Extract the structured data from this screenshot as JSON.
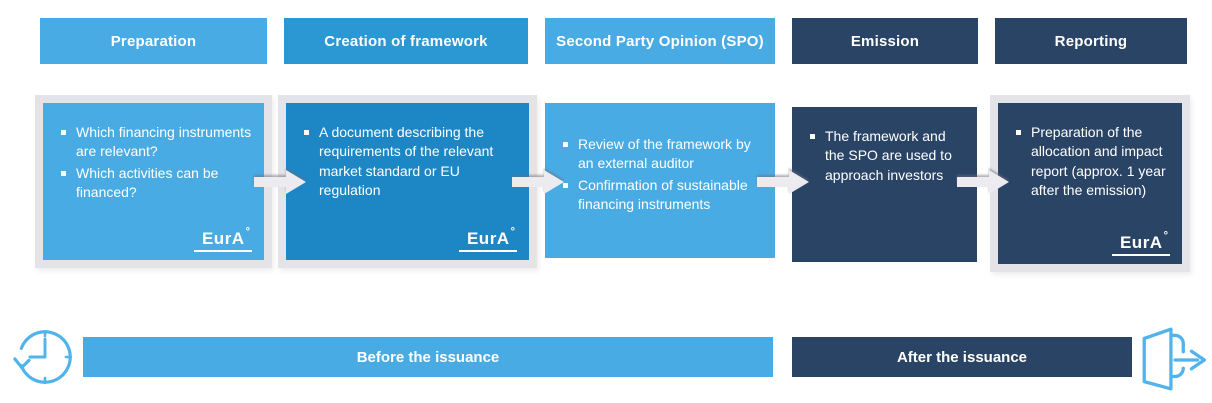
{
  "stages": [
    {
      "header": "Preparation",
      "bullets": [
        "Which financing instruments are relevant?",
        "Which activities can be financed?"
      ],
      "has_logo": true
    },
    {
      "header": "Creation of framework",
      "bullets": [
        "A document describing the requirements of the relevant market standard or EU regulation"
      ],
      "has_logo": true
    },
    {
      "header": "Second Party Opinion (SPO)",
      "bullets": [
        "Review of the framework by an external auditor",
        "Confirmation of sustainable financing instruments"
      ],
      "has_logo": false
    },
    {
      "header": "Emission",
      "bullets": [
        "The framework and the SPO are used to approach investors"
      ],
      "has_logo": false
    },
    {
      "header": "Reporting",
      "bullets": [
        "Preparation of the allocation and impact report (approx. 1 year after the emission)"
      ],
      "has_logo": true
    }
  ],
  "timeline": {
    "before": "Before the issuance",
    "after": "After the issuance"
  },
  "logo": {
    "text": "EurA",
    "mark": "°"
  },
  "icons": {
    "left": "clock-history-icon",
    "right": "exit-door-icon"
  },
  "colors": {
    "light_blue": "#49ABE3",
    "medium_blue_box": "#1D87C6",
    "medium_blue_header": "#2B97D3",
    "navy": "#2A4466",
    "frame_gray": "#E3E3E8",
    "arrow_gray": "#ECECF0",
    "icon_blue": "#4FB3EC",
    "text_white": "#FFFFFF"
  }
}
